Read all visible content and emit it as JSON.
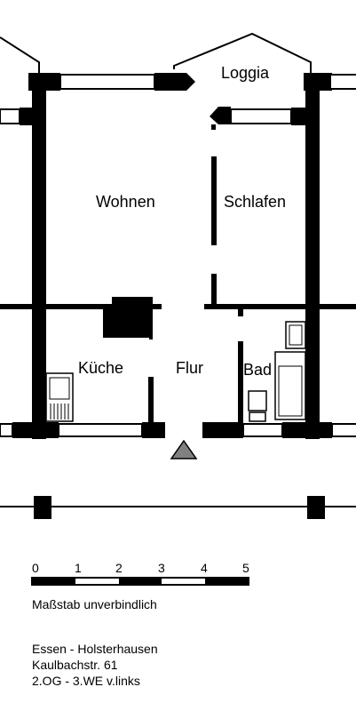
{
  "rooms": {
    "loggia": "Loggia",
    "wohnen": "Wohnen",
    "schlafen": "Schlafen",
    "kueche": "Küche",
    "flur": "Flur",
    "bad": "Bad"
  },
  "scale_bar": {
    "ticks": [
      "0",
      "1",
      "2",
      "3",
      "4",
      "5"
    ],
    "note": "Maßstab unverbindlich"
  },
  "address": {
    "line1": "Essen - Holsterhausen",
    "line2": "Kaulbachstr. 61",
    "line3": "2.OG - 3.WE v.links"
  },
  "colors": {
    "wall": "#000000",
    "background": "#ffffff",
    "entrance_marker": "#808080"
  }
}
